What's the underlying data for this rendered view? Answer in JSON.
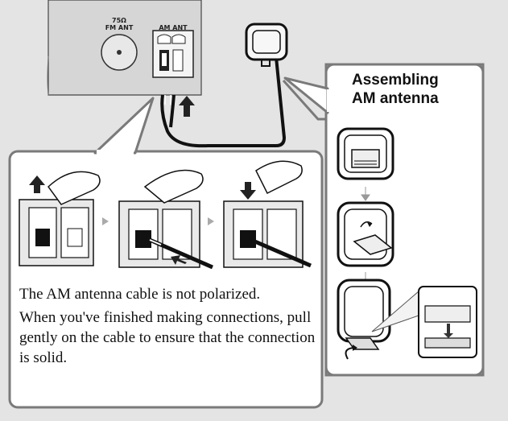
{
  "rear_panel": {
    "fm_label_top": "75Ω",
    "fm_label": "FM ANT",
    "am_label": "AM ANT"
  },
  "assembly": {
    "heading_line1": "Assembling",
    "heading_line2": "AM antenna"
  },
  "instructions": {
    "para1": "The AM antenna cable is not polarized.",
    "para2": "When you've finished making connections, pull gently on the cable to ensure that the connection is solid."
  },
  "colors": {
    "background": "#e4e4e4",
    "panel_fill": "#ffffff",
    "callout_border": "#7a7a7a",
    "device_fill": "#d9d9d9",
    "ink": "#111111"
  }
}
